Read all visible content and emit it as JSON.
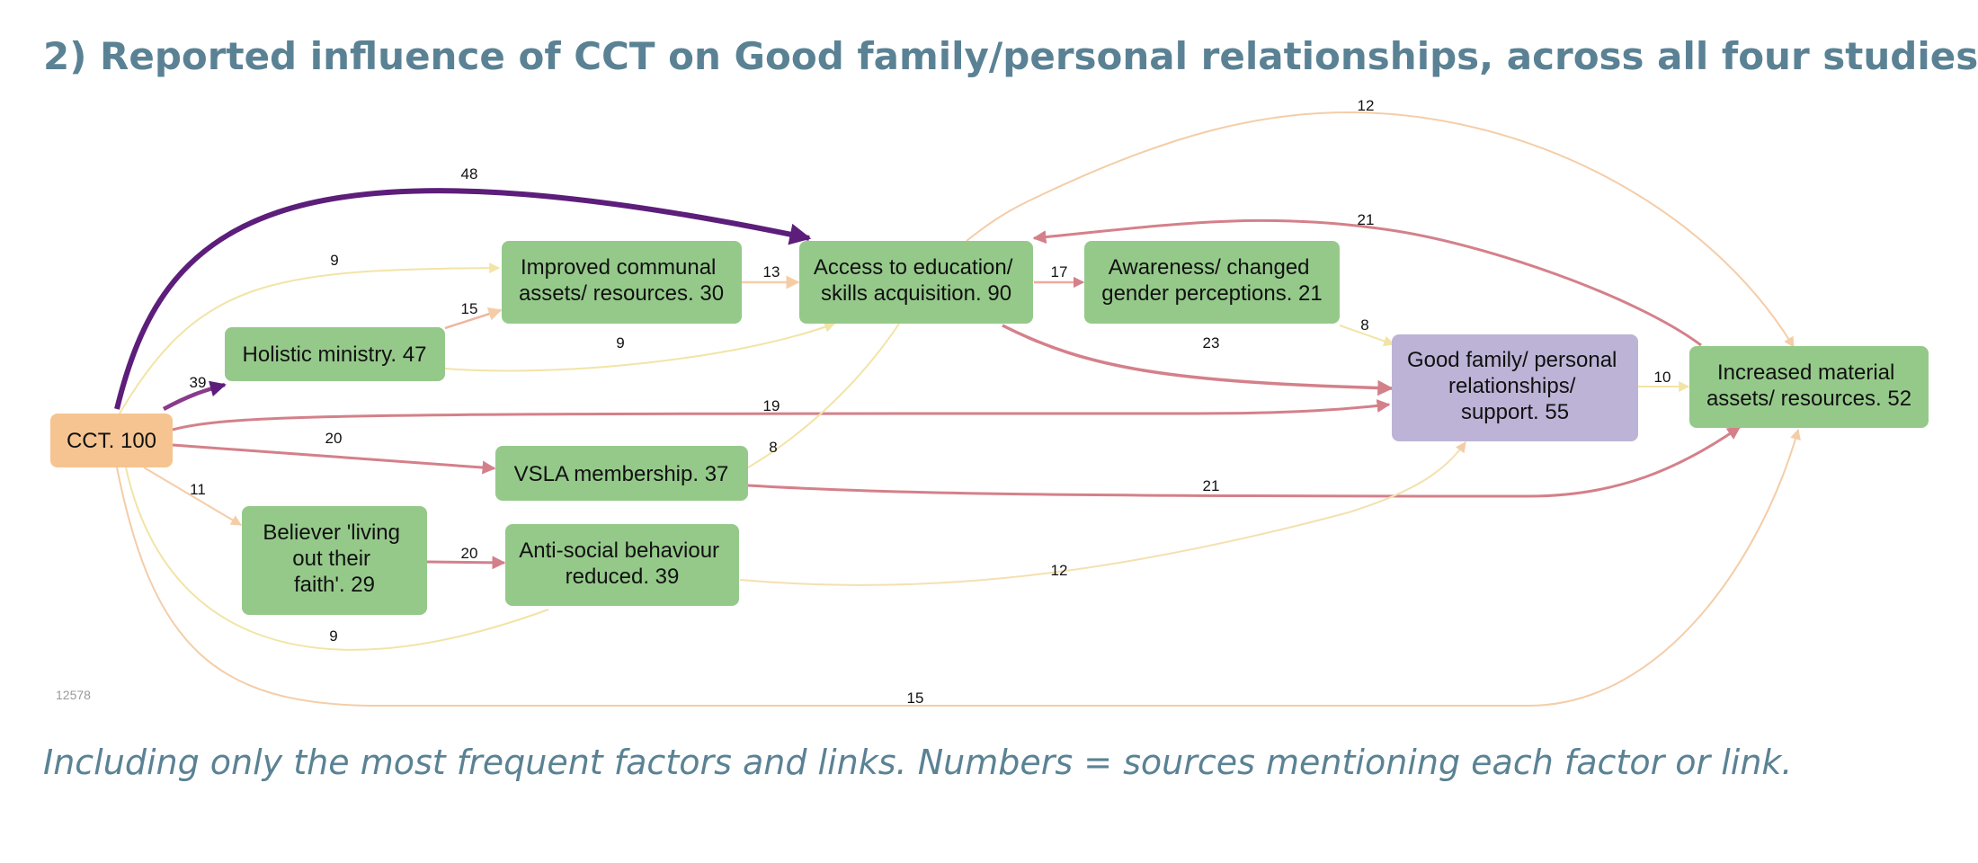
{
  "title": "2) Reported influence of CCT on Good family/personal relationships, across all four studies",
  "subtitle": "Including only the most frequent factors and links. Numbers = sources mentioning each factor or link.",
  "id_tag": "12578",
  "colors": {
    "title": "#5a8294",
    "source_node": "#f5c491",
    "factor_node": "#95c98a",
    "outcome_node": "#bdb3d6",
    "strong_link": "#5c1e7a",
    "medium_link": "#d4808a",
    "weak_link": "#f2e4a6",
    "light_link": "#f4cda7"
  },
  "nodes": {
    "cct": {
      "lines": [
        "CCT. 100"
      ]
    },
    "holistic": {
      "lines": [
        "Holistic ministry. 47"
      ]
    },
    "communal": {
      "lines": [
        "Improved communal",
        "assets/ resources. 30"
      ]
    },
    "education": {
      "lines": [
        "Access to education/",
        "skills acquisition. 90"
      ]
    },
    "awareness": {
      "lines": [
        "Awareness/ changed",
        "gender perceptions. 21"
      ]
    },
    "family": {
      "lines": [
        "Good family/ personal",
        "relationships/",
        "support. 55"
      ]
    },
    "material": {
      "lines": [
        "Increased material",
        "assets/ resources. 52"
      ]
    },
    "vsla": {
      "lines": [
        "VSLA membership. 37"
      ]
    },
    "believer": {
      "lines": [
        "Believer 'living",
        "out their",
        "faith'. 29"
      ]
    },
    "antisocial": {
      "lines": [
        "Anti-social behaviour",
        "reduced. 39"
      ]
    }
  },
  "edge_labels": {
    "cct_education": "48",
    "cct_communal": "9",
    "cct_holistic": "39",
    "cct_family": "19",
    "cct_vsla": "20",
    "cct_believer": "11",
    "cct_antisocial": "9",
    "cct_material": "15",
    "holistic_communal": "15",
    "holistic_education": "9",
    "communal_education": "13",
    "education_awareness": "17",
    "education_family": "23",
    "education_material": "12",
    "material_education": "21",
    "awareness_family": "8",
    "family_material": "10",
    "vsla_education": "8",
    "vsla_material": "21",
    "believer_antisocial": "20",
    "antisocial_family": "12"
  }
}
